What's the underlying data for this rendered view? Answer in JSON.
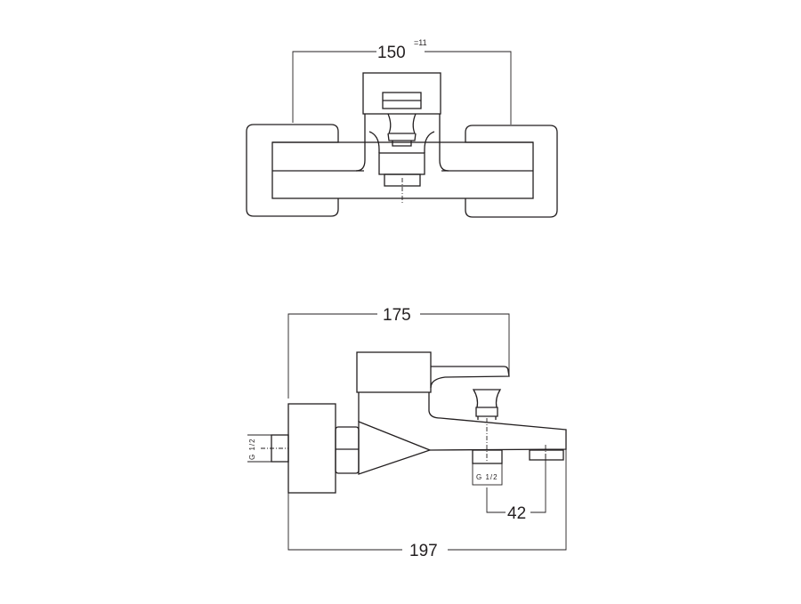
{
  "top_view": {
    "width_dimension": "150",
    "width_tolerance": "=11"
  },
  "side_view": {
    "projection_dimension": "175",
    "overall_dimension": "197",
    "outlet_spacing_dimension": "42",
    "inlet_thread_label": "G 1/2",
    "outlet_thread_label": "G 1/2"
  }
}
